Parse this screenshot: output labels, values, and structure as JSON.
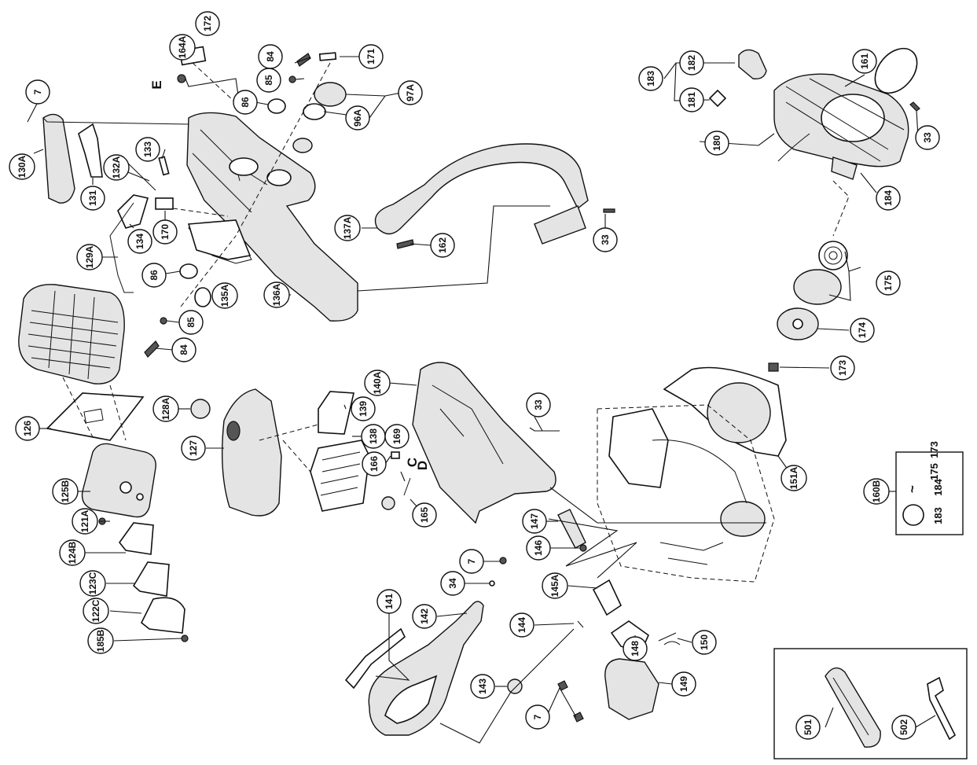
{
  "callouts": [
    {
      "id": "c7a",
      "label": "7"
    },
    {
      "id": "c164a",
      "label": "164A"
    },
    {
      "id": "c172",
      "label": "172"
    },
    {
      "id": "c84a",
      "label": "84"
    },
    {
      "id": "c171",
      "label": "171"
    },
    {
      "id": "c85a",
      "label": "85"
    },
    {
      "id": "c86a",
      "label": "86"
    },
    {
      "id": "c97a",
      "label": "97A"
    },
    {
      "id": "c96a",
      "label": "96A"
    },
    {
      "id": "c133",
      "label": "133"
    },
    {
      "id": "c130a",
      "label": "130A"
    },
    {
      "id": "c131",
      "label": "131"
    },
    {
      "id": "c132a",
      "label": "132A"
    },
    {
      "id": "c134",
      "label": "134"
    },
    {
      "id": "c170",
      "label": "170"
    },
    {
      "id": "c129a",
      "label": "129A"
    },
    {
      "id": "c86b",
      "label": "86"
    },
    {
      "id": "c135a",
      "label": "135A"
    },
    {
      "id": "c136a",
      "label": "136A"
    },
    {
      "id": "c85b",
      "label": "85"
    },
    {
      "id": "c84b",
      "label": "84"
    },
    {
      "id": "c137a",
      "label": "137A"
    },
    {
      "id": "c162",
      "label": "162"
    },
    {
      "id": "c33a",
      "label": "33"
    },
    {
      "id": "c183",
      "label": "183"
    },
    {
      "id": "c182",
      "label": "182"
    },
    {
      "id": "c181",
      "label": "181"
    },
    {
      "id": "c161",
      "label": "161"
    },
    {
      "id": "c180",
      "label": "180"
    },
    {
      "id": "c33b",
      "label": "33"
    },
    {
      "id": "c184",
      "label": "184"
    },
    {
      "id": "c175",
      "label": "175"
    },
    {
      "id": "c174",
      "label": "174"
    },
    {
      "id": "c173",
      "label": "173"
    },
    {
      "id": "c140a",
      "label": "140A"
    },
    {
      "id": "c33c",
      "label": "33"
    },
    {
      "id": "c128a",
      "label": "128A"
    },
    {
      "id": "c139",
      "label": "139"
    },
    {
      "id": "c126",
      "label": "126"
    },
    {
      "id": "c127",
      "label": "127"
    },
    {
      "id": "c138",
      "label": "138"
    },
    {
      "id": "c169",
      "label": "169"
    },
    {
      "id": "c166",
      "label": "166"
    },
    {
      "id": "c165",
      "label": "165"
    },
    {
      "id": "c151a",
      "label": "151A"
    },
    {
      "id": "c160b",
      "label": "160B"
    },
    {
      "id": "c125b",
      "label": "125B"
    },
    {
      "id": "c121a",
      "label": "121A"
    },
    {
      "id": "c124b",
      "label": "124B"
    },
    {
      "id": "c123c",
      "label": "123C"
    },
    {
      "id": "c122c",
      "label": "122C"
    },
    {
      "id": "c185b",
      "label": "185B"
    },
    {
      "id": "c147",
      "label": "147"
    },
    {
      "id": "c146",
      "label": "146"
    },
    {
      "id": "c7b",
      "label": "7"
    },
    {
      "id": "c34",
      "label": "34"
    },
    {
      "id": "c145a",
      "label": "145A"
    },
    {
      "id": "c141",
      "label": "141"
    },
    {
      "id": "c142",
      "label": "142"
    },
    {
      "id": "c144",
      "label": "144"
    },
    {
      "id": "c148",
      "label": "148"
    },
    {
      "id": "c150",
      "label": "150"
    },
    {
      "id": "c143",
      "label": "143"
    },
    {
      "id": "c149",
      "label": "149"
    },
    {
      "id": "c7c",
      "label": "7"
    },
    {
      "id": "c501",
      "label": "501"
    },
    {
      "id": "c502",
      "label": "502"
    }
  ],
  "letters": {
    "e": "E",
    "c": "C",
    "d": "D"
  },
  "kit_box": {
    "range_start": "175",
    "tilde": "~",
    "range_end": "173",
    "item_1": "184",
    "item_2": "183"
  }
}
